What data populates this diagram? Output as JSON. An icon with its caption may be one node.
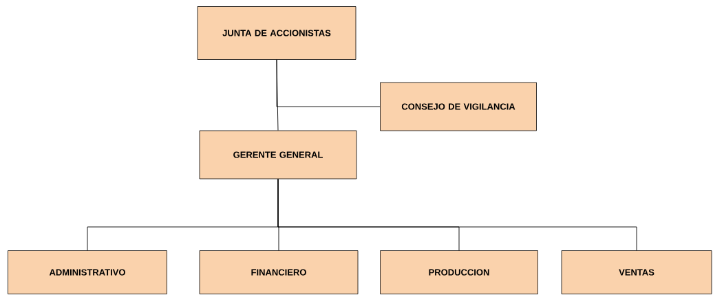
{
  "diagram": {
    "nodes": [
      {
        "text": [
          "JUNTA DE ACCIONISTAS"
        ]
      },
      {
        "text": [
          "CONSEJO DE VIGILANCIA"
        ]
      },
      {
        "text": [
          "GERENTE GENERAL"
        ]
      },
      {
        "text": [
          "ADMINISTRATIVO"
        ]
      },
      {
        "text": [
          "FINANCIERO"
        ]
      },
      {
        "text": [
          "PRODUCCION"
        ]
      },
      {
        "text": [
          "VENTAS"
        ]
      }
    ],
    "edges": [
      {
        "from": 0,
        "to": 2,
        "arrow": "none"
      },
      {
        "from": 0,
        "to": 1,
        "arrow": "none"
      },
      {
        "from": 2,
        "to": 3,
        "arrow": "none"
      },
      {
        "from": 2,
        "to": 4,
        "arrow": "none"
      },
      {
        "from": 2,
        "to": 5,
        "arrow": "none"
      },
      {
        "from": 2,
        "to": 6,
        "arrow": "none"
      }
    ]
  }
}
